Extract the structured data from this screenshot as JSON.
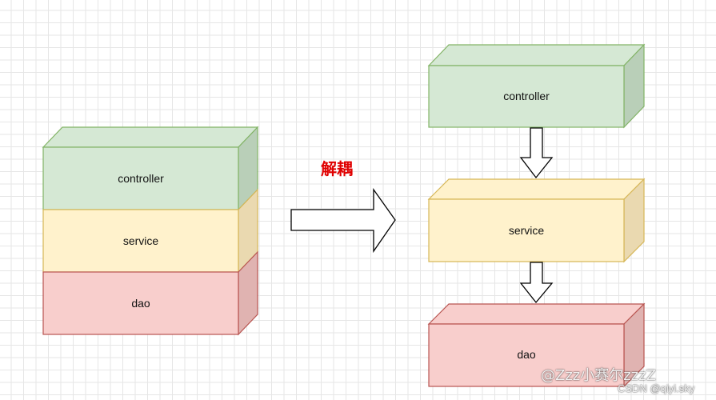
{
  "left_stack": {
    "controller": "controller",
    "service": "service",
    "dao": "dao"
  },
  "right_stack": {
    "controller": "controller",
    "service": "service",
    "dao": "dao"
  },
  "decouple_label": "解耦",
  "watermark": {
    "main": "@Zzz小赛尔zzzZ",
    "sub": "CSDN @qiyi.sky"
  },
  "colors": {
    "controller_fill": "#d5e8d4",
    "controller_side": "#b9cfb8",
    "controller_stroke": "#82b366",
    "service_fill": "#fff2cc",
    "service_side": "#ead9b0",
    "service_stroke": "#d6b656",
    "dao_fill": "#f8cecc",
    "dao_side": "#e0b3b1",
    "dao_stroke": "#b85450",
    "label_red": "#e00000"
  }
}
